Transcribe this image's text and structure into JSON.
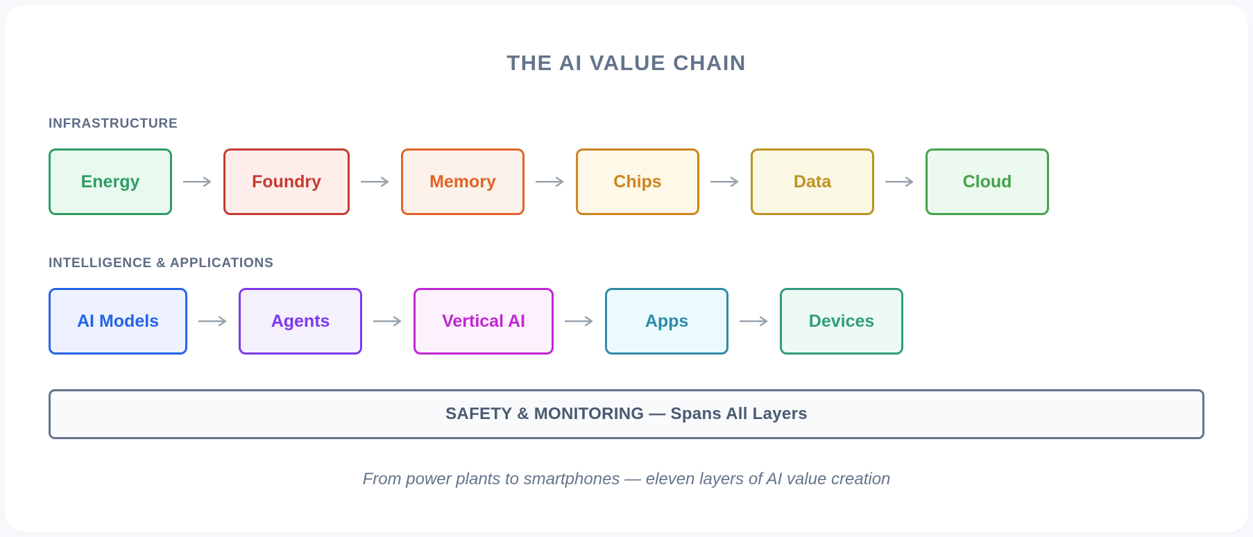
{
  "title": "THE AI VALUE CHAIN",
  "theme": {
    "page_bg": "#f7f8fb",
    "card_bg": "#ffffff",
    "title_color": "#64748b",
    "section_label_color": "#5d6b83",
    "arrow_color": "#98a1ac",
    "caption_color": "#64748b"
  },
  "icons": {
    "flow_arrow_icon": "⟶"
  },
  "sections": [
    {
      "label": "INFRASTRUCTURE",
      "boxes": [
        {
          "label": "Energy",
          "border_color": "#2e9d63",
          "bg_color": "#e9f9f0",
          "text_color": "#2e9d63"
        },
        {
          "label": "Foundry",
          "border_color": "#c63a30",
          "bg_color": "#fdeeec",
          "text_color": "#c63a30"
        },
        {
          "label": "Memory",
          "border_color": "#df6327",
          "bg_color": "#fdf2ea",
          "text_color": "#df6327"
        },
        {
          "label": "Chips",
          "border_color": "#cd8420",
          "bg_color": "#fdf8e7",
          "text_color": "#cd8420"
        },
        {
          "label": "Data",
          "border_color": "#bd9223",
          "bg_color": "#fbf8e3",
          "text_color": "#bd9223"
        },
        {
          "label": "Cloud",
          "border_color": "#43a24b",
          "bg_color": "#ecf9ee",
          "text_color": "#43a24b"
        }
      ]
    },
    {
      "label": "INTELLIGENCE & APPLICATIONS",
      "boxes": [
        {
          "label": "AI Models",
          "border_color": "#2563eb",
          "bg_color": "#edf2fe",
          "text_color": "#2563eb"
        },
        {
          "label": "Agents",
          "border_color": "#7c3aed",
          "bg_color": "#f4f0fe",
          "text_color": "#7c3aed"
        },
        {
          "label": "Vertical AI",
          "border_color": "#c026d3",
          "bg_color": "#fcf1fd",
          "text_color": "#c026d3"
        },
        {
          "label": "Apps",
          "border_color": "#2e8aa8",
          "bg_color": "#ebfafd",
          "text_color": "#2e8aa8"
        },
        {
          "label": "Devices",
          "border_color": "#319b7e",
          "bg_color": "#edfaf4",
          "text_color": "#319b7e"
        }
      ]
    }
  ],
  "safety": {
    "label": "SAFETY & MONITORING — Spans All Layers",
    "border_color": "#64748b",
    "bg_color": "#f8fafc",
    "text_color": "#4a5a70"
  },
  "caption": "From power plants to smartphones — eleven layers of AI value creation"
}
